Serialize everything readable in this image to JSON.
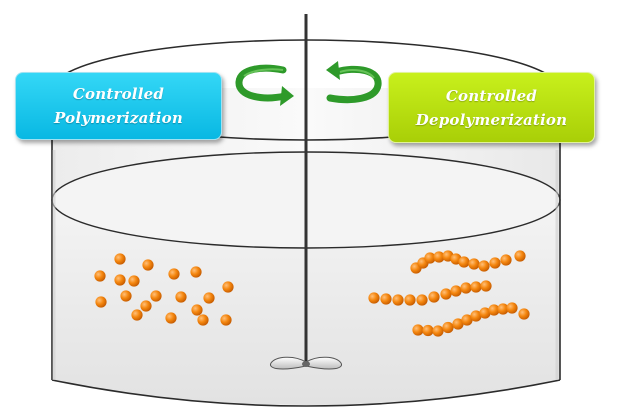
{
  "labels": {
    "left_line1": "Controlled",
    "left_line2": "Polymerization",
    "right_line1": "Controlled",
    "right_line2": "Depolymerization"
  },
  "colors": {
    "left_box": "#0bbbe6",
    "right_box": "#b7dd0c",
    "arrows": "#2e9a2a",
    "beads": "#f07e10",
    "vessel_outline": "#2b2b2b"
  },
  "icons": {
    "arrow_left": "curved-arrow-clockwise",
    "arrow_right": "curved-arrow-counterclockwise",
    "stirrer": "stirrer-impeller"
  }
}
